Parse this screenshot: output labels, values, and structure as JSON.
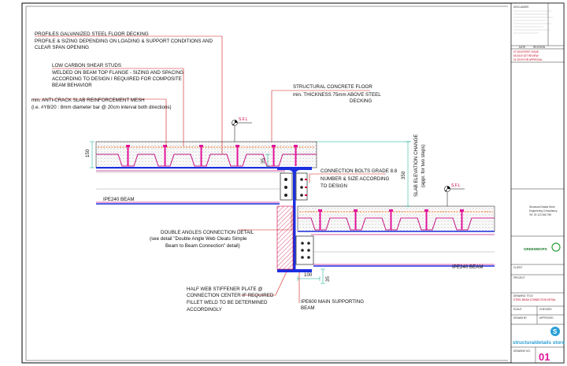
{
  "annotations": {
    "decking_title": "PROFILES GALVANIZED STEEL FLOOR DECKING",
    "decking_l1": "PROFILE & SIZING DEPENDING ON LOADING & SUPPORT CONDITIONS AND",
    "decking_l2": "CLEAR SPAN OPENING",
    "studs_title": "LOW CARBON SHEAR STUDS",
    "studs_l1": "WELDED ON BEAM TOP FLANGE - SIZING AND SPACING",
    "studs_l2": "ACCORDING TO DESIGN I REQUIRED FOR COMPOSITE",
    "studs_l3": "BEAM BEHAVIOR",
    "mesh_title": "min. ANTI-CRACK SLAB REINFORCEMENT MESH",
    "mesh_l1": "(i.e. #Y8/20 : 8mm diameter bar @ 20cm interval both directions)",
    "concrete_title": "STRUCTURAL CONCRETE FLOOR",
    "concrete_l1": "min. THICKNESS 75mm ABOVE STEEL",
    "concrete_l2": "DECKING",
    "bolts_title": "CONNECTION BOLTS GRADE 8.8",
    "bolts_l1": "NUMBER & SIZE ACCORDING",
    "bolts_l2": "TO DESIGN",
    "ipe240_left": "IPE240 BEAM",
    "ipe240_right": "IPE240 BEAM",
    "angles_title": "DOUBLE ANGLES CONNECTION DETAIL",
    "angles_l1": "(see detail \"Double Angle Web Cleats Simple",
    "angles_l2": "Beam to Beam Connection\" detail)",
    "stiff_title": "HALF WEB STIFFENER PLATE @",
    "stiff_l1": "CONNECTION CENTER IF REQUIRED",
    "stiff_l2": "FILLET WELD TO BE DETERMINED",
    "stiff_l3": "ACCORDINGLY",
    "ipe600_l1": "IPE600 MAIN SUPPORTING",
    "ipe600_l2": "BEAM",
    "elev_l1": "SLAB ELEVATION CHANGE",
    "elev_l2": "(appr. for two steps)",
    "sfl_1": "S.F.L",
    "sfl_2": "S.F.L"
  },
  "dimensions": {
    "d150": "150",
    "d35_top": "35",
    "d350": "350",
    "d100": "100",
    "d35_bot": "35"
  },
  "title_block": {
    "notes_heading": "DISCLAIMER",
    "date_col": "DATE",
    "revision_col": "REVISION",
    "rev_rows": [
      "07  2019   FIRST ISSUE",
      "05  2019   1ST REVIEW",
      "01  2019   FOR APPROVAL"
    ],
    "company_lines": [
      "Structural Details Store",
      "Engineering Consultancy",
      "Tel: 00 123 456 789"
    ],
    "logo_text": "GREENWOPS",
    "client_label": "CLIENT",
    "project_label": "PROJECT",
    "drawing_label": "DRAWING TITLE",
    "drawing_title_red": "STEEL BEAM CONNECTION DETAIL",
    "field_1": "SCALE",
    "field_2": "CHECKED",
    "field_3": "DRAWN BY",
    "field_4": "APPROVED",
    "brand": "structuraldetails store",
    "sheet_no": "01",
    "sheet_label": "DRAWING NO."
  },
  "colors": {
    "leader": "#d11a1a",
    "deck": "#c51f8a",
    "stud": "#e2139a",
    "beam": "#1b2fe0",
    "rebar": "#e86a1a",
    "hatch": "#c8003a"
  }
}
